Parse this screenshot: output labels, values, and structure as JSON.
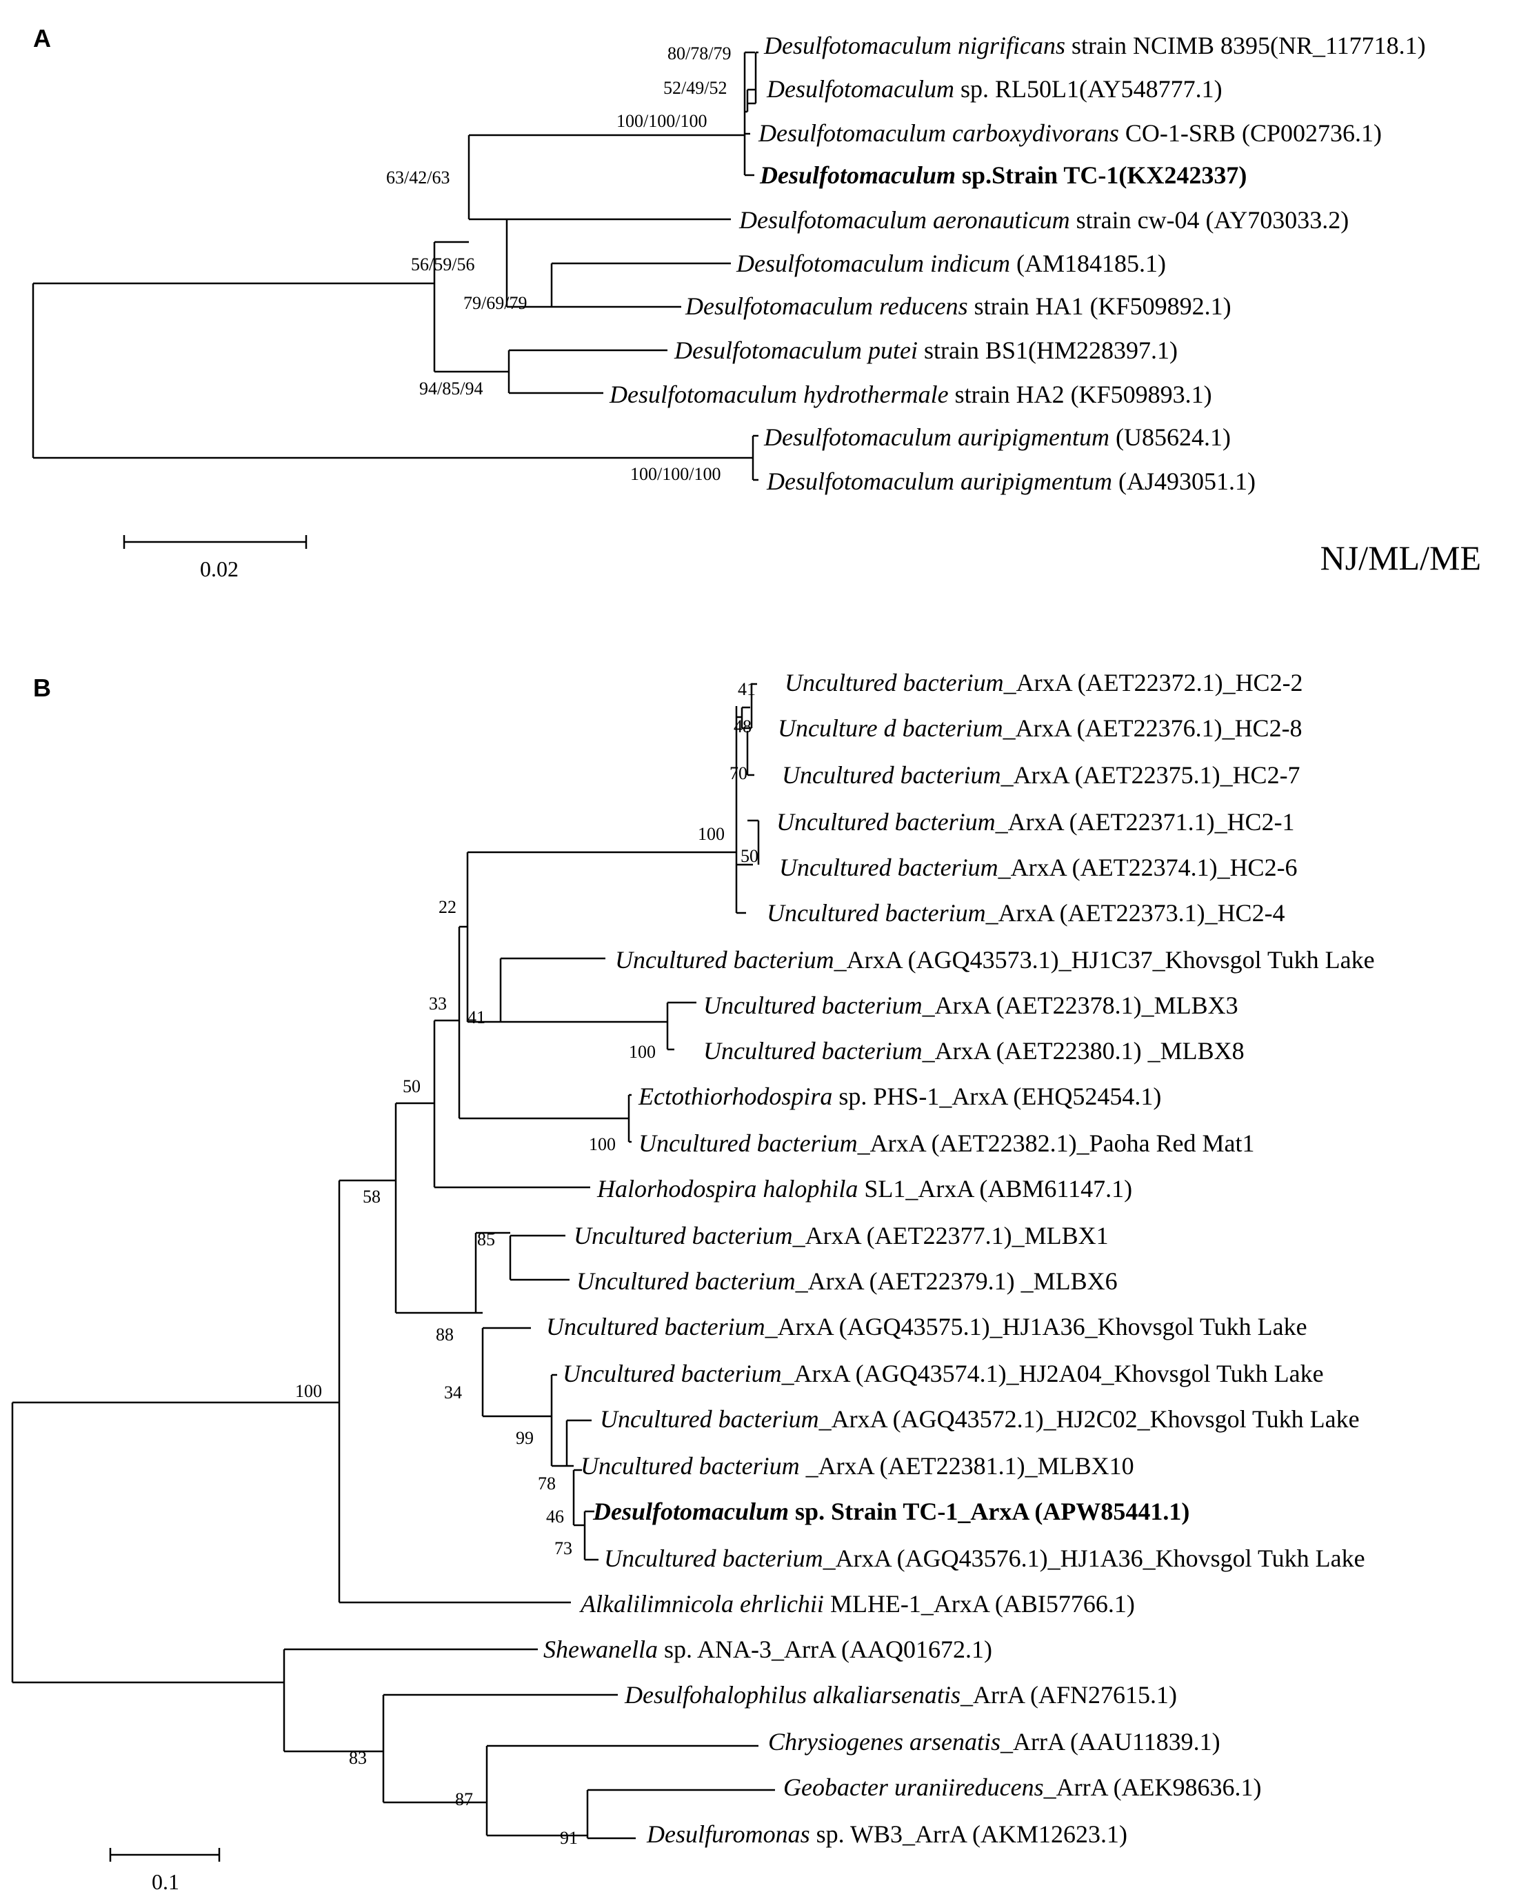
{
  "panel_a": {
    "label": "A",
    "method_label": "NJ/ML/ME",
    "scale_label": "0.02",
    "leaves": [
      {
        "it": "Desulfotomaculum nigrificans",
        "rest": " strain NCIMB 8395(NR_117718.1)"
      },
      {
        "it": "Desulfotomaculum",
        "rest": " sp. RL50L1(AY548777.1)"
      },
      {
        "it": "Desulfotomaculum carboxydivorans",
        "rest": " CO-1-SRB (CP002736.1)"
      },
      {
        "it": "Desulfotomaculum",
        "rest": " sp.Strain TC-1(KX242337)"
      },
      {
        "it": "Desulfotomaculum aeronauticum",
        "rest": " strain cw-04 (AY703033.2)"
      },
      {
        "it": "Desulfotomaculum indicum",
        "rest": " (AM184185.1)"
      },
      {
        "it": "Desulfotomaculum reducens",
        "rest": " strain HA1 (KF509892.1)"
      },
      {
        "it": "Desulfotomaculum putei",
        "rest": " strain BS1(HM228397.1)"
      },
      {
        "it": "Desulfotomaculum hydrothermale",
        "rest": " strain HA2 (KF509893.1)"
      },
      {
        "it": "Desulfotomaculum auripigmentum",
        "rest": " (U85624.1)"
      },
      {
        "it": "Desulfotomaculum auripigmentum",
        "rest": " (AJ493051.1)"
      }
    ],
    "support": [
      "80/78/79",
      "52/49/52",
      "100/100/100",
      "63/42/63",
      "56/59/56",
      "79/69/79",
      "94/85/94",
      "100/100/100"
    ]
  },
  "panel_b": {
    "label": "B",
    "scale_label": "0.1",
    "leaves": [
      {
        "it": "Uncultured bacterium",
        "rest": "_ArxA (AET22372.1)_HC2-2"
      },
      {
        "it": "Unculture d bacterium",
        "rest": "_ArxA (AET22376.1)_HC2-8"
      },
      {
        "it": "Uncultured bacterium",
        "rest": "_ArxA (AET22375.1)_HC2-7"
      },
      {
        "it": "Uncultured bacterium",
        "rest": "_ArxA (AET22371.1)_HC2-1"
      },
      {
        "it": "Uncultured bacterium",
        "rest": "_ArxA (AET22374.1)_HC2-6"
      },
      {
        "it": "Uncultured bacterium",
        "rest": "_ArxA (AET22373.1)_HC2-4"
      },
      {
        "it": "Uncultured bacterium",
        "rest": "_ArxA (AGQ43573.1)_HJ1C37_Khovsgol Tukh Lake"
      },
      {
        "it": "Uncultured bacterium",
        "rest": "_ArxA (AET22378.1)_MLBX3"
      },
      {
        "it": "Uncultured bacterium",
        "rest": "_ArxA (AET22380.1) _MLBX8"
      },
      {
        "it": "Ectothiorhodospira",
        "rest": " sp. PHS-1_ArxA (EHQ52454.1)"
      },
      {
        "it": "Uncultured bacterium",
        "rest": "_ArxA (AET22382.1)_Paoha Red Mat1"
      },
      {
        "it": "Halorhodospira halophila",
        "rest": " SL1_ArxA (ABM61147.1)"
      },
      {
        "it": "Uncultured bacterium",
        "rest": "_ArxA (AET22377.1)_MLBX1"
      },
      {
        "it": "Uncultured bacterium",
        "rest": "_ArxA (AET22379.1) _MLBX6"
      },
      {
        "it": "Uncultured bacterium",
        "rest": "_ArxA (AGQ43575.1)_HJ1A36_Khovsgol Tukh Lake"
      },
      {
        "it": "Uncultured bacterium",
        "rest": "_ArxA (AGQ43574.1)_HJ2A04_Khovsgol Tukh Lake"
      },
      {
        "it": "Uncultured bacterium",
        "rest": "_ArxA (AGQ43572.1)_HJ2C02_Khovsgol Tukh Lake"
      },
      {
        "it": "Uncultured bacterium",
        "rest": " _ArxA (AET22381.1)_MLBX10"
      },
      {
        "it": "Desulfotomaculum",
        "rest": " sp. Strain TC-1_ArxA (APW85441.1)"
      },
      {
        "it": "Uncultured bacterium",
        "rest": "_ArxA (AGQ43576.1)_HJ1A36_Khovsgol Tukh Lake"
      },
      {
        "it": "Alkalilimnicola ehrlichii",
        "rest": " MLHE-1_ArxA (ABI57766.1)"
      },
      {
        "it": "Shewanella",
        "rest": " sp. ANA-3_ArrA (AAQ01672.1)"
      },
      {
        "it": "Desulfohalophilus alkaliarsenatis",
        "rest": "_ArrA  (AFN27615.1)"
      },
      {
        "it": "Chrysiogenes arsenatis",
        "rest": "_ArrA (AAU11839.1)"
      },
      {
        "it": "Geobacter uraniireducens",
        "rest": "_ArrA (AEK98636.1)"
      },
      {
        "it": "Desulfuromonas",
        "rest": " sp. WB3_ArrA (AKM12623.1)"
      }
    ],
    "support": [
      "41",
      "48",
      "70",
      "100",
      "50",
      "22",
      "33",
      "41",
      "100",
      "50",
      "100",
      "58",
      "85",
      "88",
      "34",
      "99",
      "78",
      "46",
      "73",
      "100",
      "83",
      "87",
      "91"
    ]
  }
}
